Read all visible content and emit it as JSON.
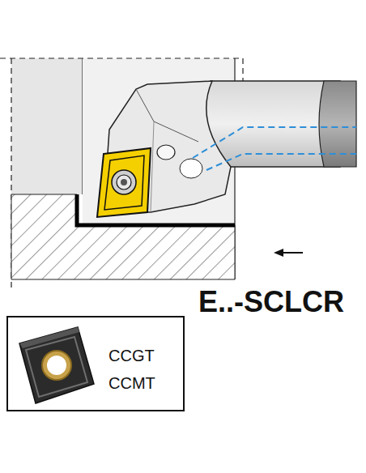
{
  "diagram": {
    "nodes": [
      {
        "text": [
          "CCGT",
          "CCMT"
        ]
      }
    ],
    "labels": [
      "E..-SCLCR"
    ]
  }
}
